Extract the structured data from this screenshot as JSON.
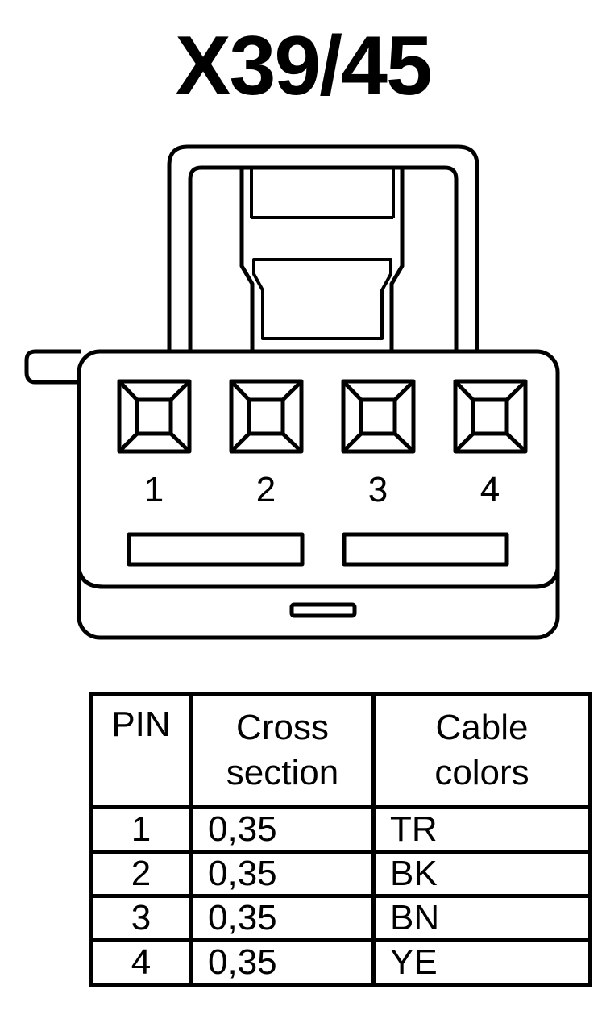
{
  "title": "X39/45",
  "connector": {
    "pins": [
      "1",
      "2",
      "3",
      "4"
    ]
  },
  "table": {
    "headers": {
      "pin": "PIN",
      "cross_section": [
        "Cross",
        "section"
      ],
      "cable_colors": [
        "Cable",
        "colors"
      ]
    },
    "rows": [
      {
        "pin": "1",
        "cross_section": "0,35",
        "color": "TR"
      },
      {
        "pin": "2",
        "cross_section": "0,35",
        "color": "BK"
      },
      {
        "pin": "3",
        "cross_section": "0,35",
        "color": "BN"
      },
      {
        "pin": "4",
        "cross_section": "0,35",
        "color": "YE"
      }
    ]
  }
}
